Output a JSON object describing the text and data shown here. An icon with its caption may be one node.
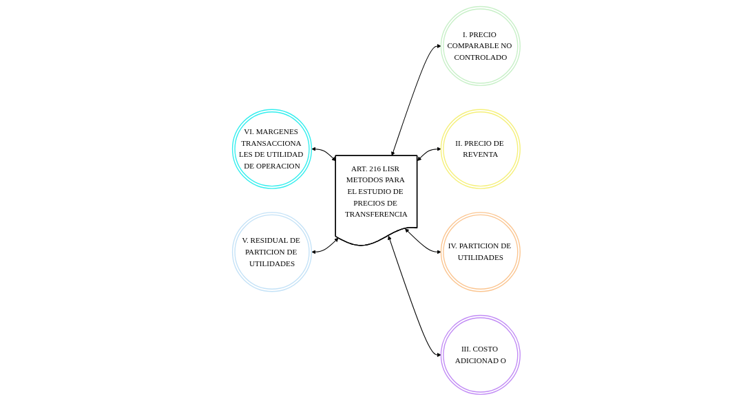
{
  "diagram": {
    "nodes": [
      {
        "text": [
          "VI. MARGENES TRANSACCIONA LES DE UTILIDAD DE OPERACION"
        ]
      },
      {
        "text": [
          "I. PRECIO COMPARABLE NO CONTROLADO"
        ]
      },
      {
        "text": [
          "ART. 216 LISR METODOS PARA EL ESTUDIO DE PRECIOS DE TRANSFERENCIA"
        ]
      },
      {
        "text": [
          "II. PRECIO DE REVENTA"
        ]
      },
      {
        "text": [
          "V. RESIDUAL DE PARTICION DE UTILIDADES"
        ]
      },
      {
        "text": [
          "IV. PARTICION DE UTILIDADES"
        ]
      },
      {
        "text": [
          "III. COSTO ADICIONAD O"
        ]
      }
    ],
    "edges": [
      {
        "from": 0,
        "to": 2,
        "arrow": "both"
      },
      {
        "from": 2,
        "to": 1,
        "arrow": "both"
      },
      {
        "from": 2,
        "to": 3,
        "arrow": "both"
      },
      {
        "from": 4,
        "to": 2,
        "arrow": "both"
      },
      {
        "from": 2,
        "to": 5,
        "arrow": "both"
      },
      {
        "from": 2,
        "to": 6,
        "arrow": "both"
      }
    ]
  }
}
